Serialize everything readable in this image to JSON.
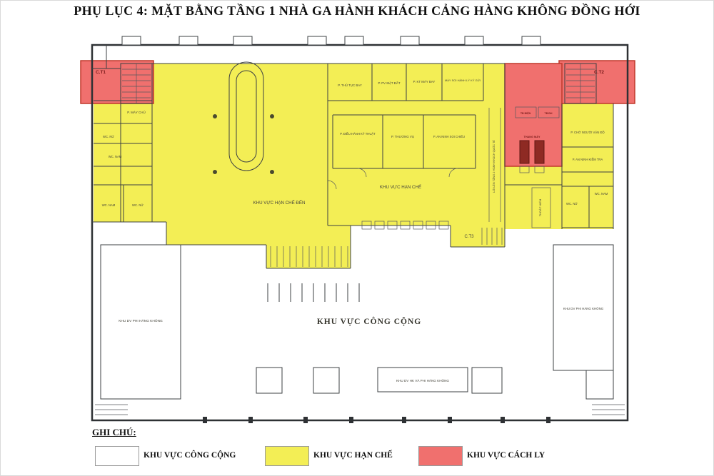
{
  "title": "PHỤ LỤC 4: MẶT BẰNG TẦNG 1 NHÀ GA HÀNH KHÁCH CẢNG HÀNG KHÔNG ĐỒNG HỚI",
  "colors": {
    "public": "#ffffff",
    "restricted": "#f3ee55",
    "isolated": "#f0706e",
    "isolated_border": "#c0392b",
    "elevator_block": "#8e2a23",
    "wall": "#3c4043"
  },
  "plan": {
    "labels": {
      "ct1": "C.T1",
      "ct2": "C.T2",
      "ct3": "C.T3",
      "arrival_hall": "KHU VỰC HẠN CHẾ ĐẾN",
      "restricted_hall": "KHU VỰC HẠN CHẾ",
      "public_hall": "KHU VỰC CÔNG CỘNG",
      "server_room": "P. MÁY CHỦ",
      "wc_nu": "WC. NỮ",
      "wc_nam": "WC. NAM",
      "check_in": "P. THỦ TỤC BAY",
      "ground_service": "P. PV MẶT ĐẤT",
      "aircraft_tech": "P. KT MÁY BAY",
      "baggage_xray": "MÁY SOI HÀNH LÝ KÝ GỬI",
      "tech_ops": "P. ĐIỀU HÀNH KỸ THUẬT",
      "commerce": "P. THƯƠNG VỤ",
      "security_screen": "P. AN NINH SOI CHIẾU",
      "nonav_services": "KHU DV PHI HÀNG KHÔNG",
      "av_nonav_services": "KHU DV HK VÀ PHI HÀNG KHÔNG",
      "elec_room": "TB ĐIỆN",
      "ac_room": "TB ĐH",
      "elevator": "THANG MÁY",
      "disabled_wait": "P. CHỜ NGƯỜI VẬN ĐỘ",
      "security_check": "P. AN NINH KIỂM TRA",
      "emergency_exit": "THOÁT HIỂM",
      "upper_gate": "LỐI LÊN TẦNG 2 HÀNH KHÁCH QUỐC TẾ"
    }
  },
  "legend": {
    "heading": "GHI CHÚ:",
    "items": [
      {
        "label": "KHU VỰC CÔNG CỘNG",
        "color": "#ffffff"
      },
      {
        "label": "KHU VỰC HẠN CHẾ",
        "color": "#f3ee55"
      },
      {
        "label": "KHU VỰC CÁCH LY",
        "color": "#f0706e"
      }
    ]
  }
}
